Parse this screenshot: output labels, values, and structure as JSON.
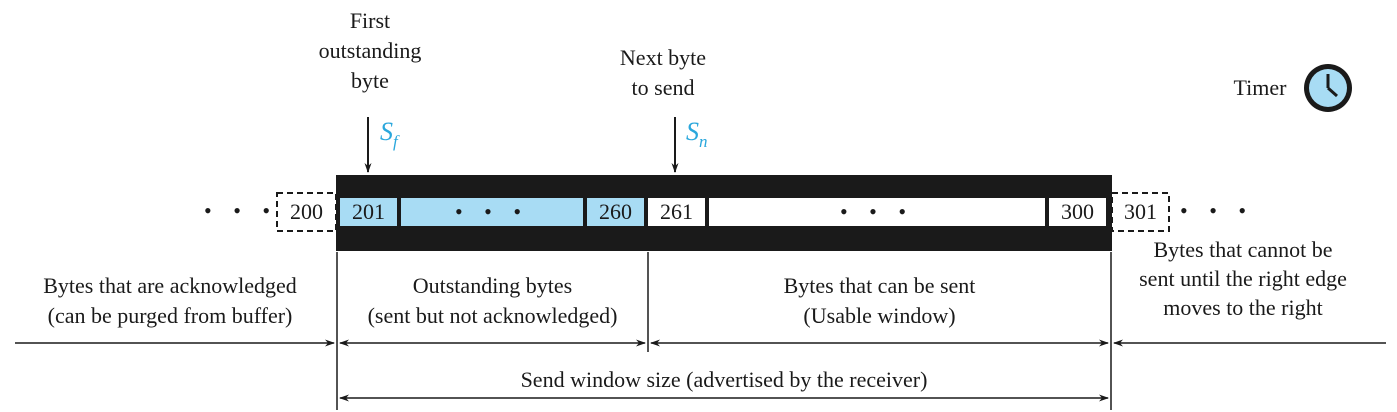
{
  "labels": {
    "first_outstanding": [
      "First",
      "outstanding",
      "byte"
    ],
    "next_byte": [
      "Next byte",
      "to send"
    ],
    "timer": "Timer",
    "sf_main": "S",
    "sf_sub": "f",
    "sn_main": "S",
    "sn_sub": "n"
  },
  "cells": {
    "c200": "200",
    "c201": "201",
    "c260": "260",
    "c261": "261",
    "c300": "300",
    "c301": "301",
    "dots": "• • •"
  },
  "regions": {
    "acknowledged": [
      "Bytes that are acknowledged",
      "(can be purged from buffer)"
    ],
    "outstanding": [
      "Outstanding bytes",
      "(sent but not acknowledged)"
    ],
    "can_send": [
      "Bytes that can be sent",
      "(Usable window)"
    ],
    "cannot_send": [
      "Bytes that cannot be",
      "sent until the right edge",
      "moves to the right"
    ],
    "send_window": "Send window size (advertised by the receiver)"
  },
  "colors": {
    "outstanding_fill": "#a8dcf4",
    "window_border": "#1a1a1a",
    "pointer_label": "#2aa7dc",
    "timer_fill": "#a8dcf4"
  }
}
